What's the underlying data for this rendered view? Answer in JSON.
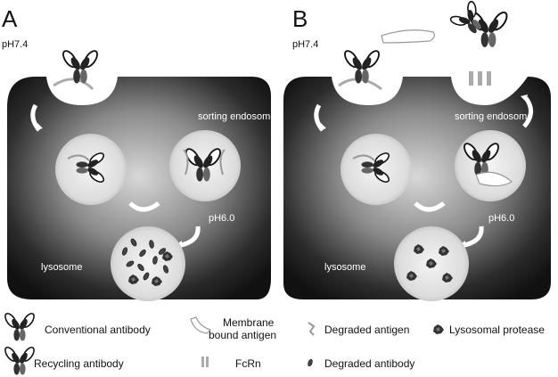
{
  "panels": [
    {
      "letter": "A",
      "ph_top": "pH7.4",
      "sorting_label": "sorting endosome",
      "ph_mid": "pH6.0",
      "lysosome_label": "lysosome"
    },
    {
      "letter": "B",
      "ph_top": "pH7.4",
      "sorting_label": "sorting endosome",
      "ph_mid": "pH6.0",
      "lysosome_label": "lysosome"
    }
  ],
  "legend": {
    "conventional_antibody": "Conventional antibody",
    "membrane_bound_antigen_line1": "Membrane",
    "membrane_bound_antigen_line2": "bound antigen",
    "degraded_antigen": "Degraded antigen",
    "lysosomal_protease": "Lysosomal protease",
    "recycling_antibody": "Recycling antibody",
    "fcrn": "FcRn",
    "degraded_antibody": "Degraded antibody"
  },
  "icons": {
    "antibody": "antibody-icon",
    "membrane_antigen": "membrane-antigen-icon",
    "degraded_antigen": "degraded-antigen-icon",
    "protease": "protease-icon",
    "fcrn": "fcrn-icon",
    "degraded_antibody": "degraded-antibody-icon"
  }
}
